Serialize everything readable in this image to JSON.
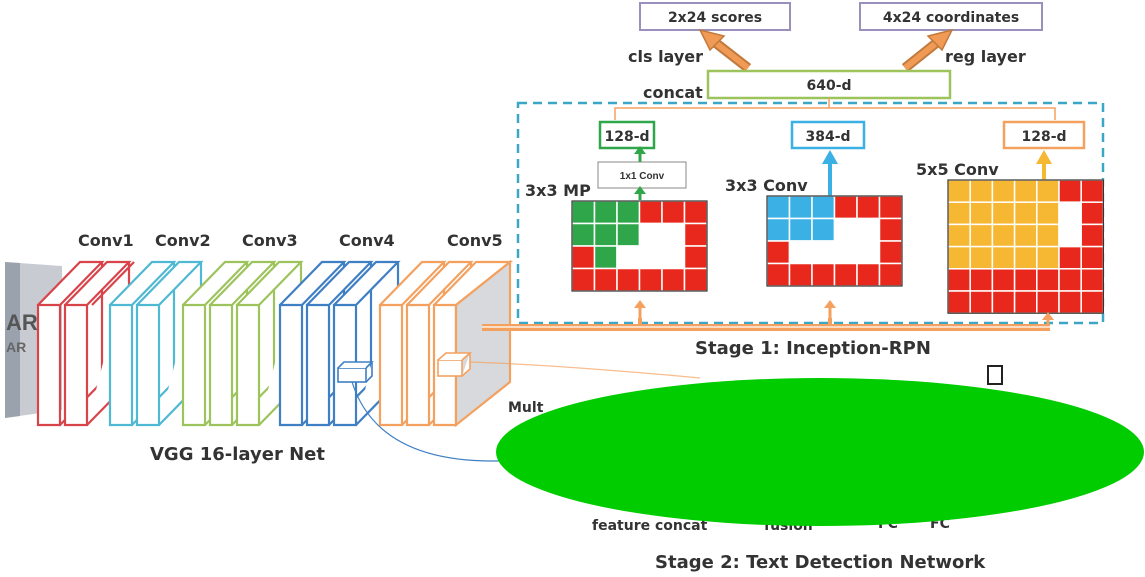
{
  "vgg": {
    "conv_labels": [
      "Conv1",
      "Conv2",
      "Conv3",
      "Conv4",
      "Conv5"
    ],
    "net_label": "VGG 16-layer Net"
  },
  "stage1": {
    "label": "Stage 1: Inception-RPN",
    "branches": {
      "mp": {
        "label": "3x3 MP",
        "out_dim": "128-d",
        "conv_label": "1x1 Conv"
      },
      "conv3": {
        "label": "3x3 Conv",
        "out_dim": "384-d"
      },
      "conv5": {
        "label": "5x5 Conv",
        "out_dim": "128-d"
      }
    },
    "concat_label": "concat",
    "concat_dim": "640-d",
    "cls_layer": "cls layer",
    "reg_layer": "reg layer",
    "scores": "2x24 scores",
    "coordinates": "4x24 coordinates"
  },
  "stage2": {
    "label": "Stage 2: Text Detection Network",
    "partial_labels": [
      "Mult",
      "feature concat",
      "fusion",
      "FC",
      "FC"
    ]
  },
  "colors": {
    "conv1": "#d9434a",
    "conv2": "#4fb8d2",
    "conv3": "#9dc35c",
    "conv4": "#3f7fc4",
    "conv5": "#f4a160",
    "mp_green": "#2fa64a",
    "conv3_blue": "#3ab0e4",
    "conv5_yellow": "#f6b733",
    "grid_red": "#e8281c",
    "dashed_box": "#3aa7c6",
    "occluder": "#00cc00",
    "box_border": "#9b8fbb"
  }
}
